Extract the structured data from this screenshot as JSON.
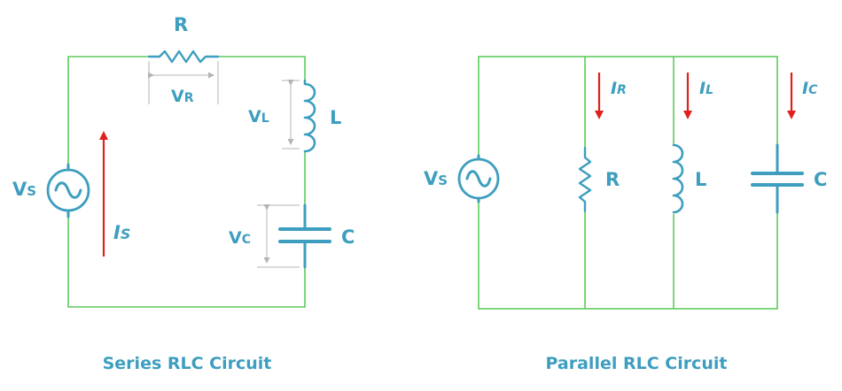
{
  "series": {
    "caption": "Series RLC Circuit",
    "resistor": {
      "name": "R",
      "voltage_main": "V",
      "voltage_sub": "R"
    },
    "inductor": {
      "name": "L",
      "voltage_main": "V",
      "voltage_sub": "L"
    },
    "capacitor": {
      "name": "C",
      "voltage_main": "V",
      "voltage_sub": "C"
    },
    "source": {
      "main": "V",
      "sub": "S"
    },
    "current": {
      "main": "I",
      "sub": "S"
    }
  },
  "parallel": {
    "caption": "Parallel RLC Circuit",
    "source": {
      "main": "V",
      "sub": "S"
    },
    "resistor": {
      "name": "R",
      "current_main": "I",
      "current_sub": "R"
    },
    "inductor": {
      "name": "L",
      "current_main": "I",
      "current_sub": "L"
    },
    "capacitor": {
      "name": "C",
      "current_main": "I",
      "current_sub": "C"
    }
  },
  "colors": {
    "wire": "#5ccc5c",
    "component": "#3d9ebf",
    "current_arrow": "#e0201c",
    "dimension": "#b4b4b4"
  }
}
